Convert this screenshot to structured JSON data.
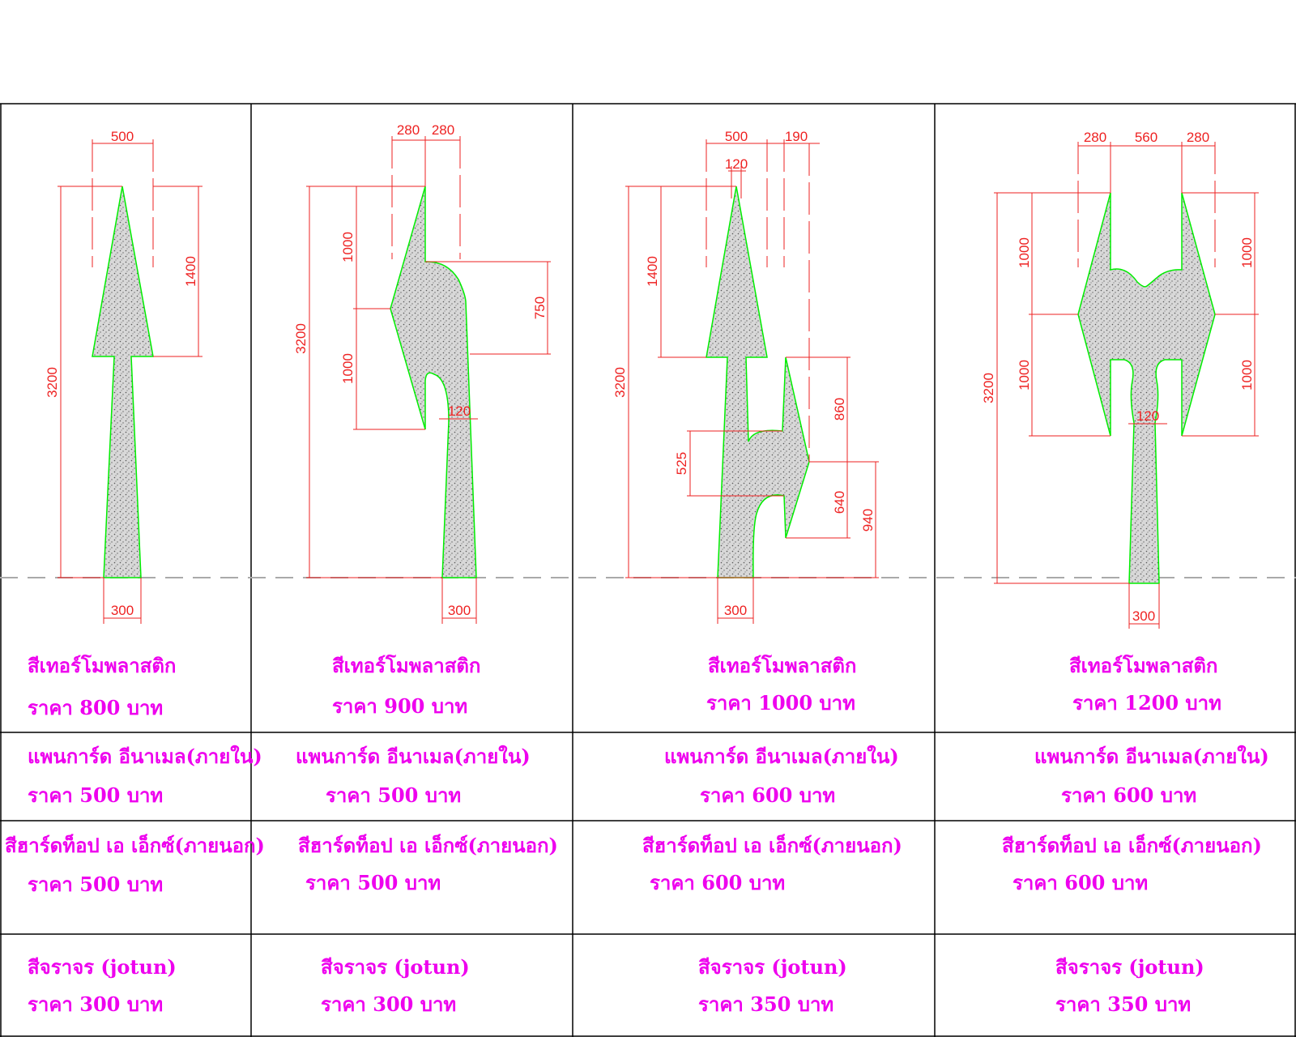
{
  "drawings": [
    {
      "name": "straight-arrow",
      "dims": [
        "500",
        "1400",
        "3200",
        "300"
      ]
    },
    {
      "name": "straight-left-split-arrow",
      "dims": [
        "280",
        "280",
        "1000",
        "1000",
        "3200",
        "750",
        "120",
        "300"
      ]
    },
    {
      "name": "straight-right-split-arrow",
      "dims": [
        "500",
        "190",
        "120",
        "1400",
        "3200",
        "860",
        "525",
        "640",
        "940",
        "300"
      ]
    },
    {
      "name": "left-right-split-arrow",
      "dims": [
        "280",
        "560",
        "280",
        "1000",
        "1000",
        "1000",
        "1000",
        "3200",
        "120",
        "300"
      ]
    }
  ],
  "rows": [
    {
      "name": "thermoplastic",
      "cells": [
        {
          "label": "สีเทอร์โมพลาสติก",
          "price": "ราคา 800 บาท"
        },
        {
          "label": "สีเทอร์โมพลาสติก",
          "price": "ราคา 900 บาท"
        },
        {
          "label": "สีเทอร์โมพลาสติก",
          "price": "ราคา 1000 บาท"
        },
        {
          "label": "สีเทอร์โมพลาสติก",
          "price": "ราคา 1200 บาท"
        }
      ]
    },
    {
      "name": "pan-guard-enamel",
      "cells": [
        {
          "label": "แพนการ์ด อีนาเมล(ภายใน)",
          "price": "ราคา 500 บาท"
        },
        {
          "label": "แพนการ์ด อีนาเมล(ภายใน)",
          "price": "ราคา 500 บาท"
        },
        {
          "label": "แพนการ์ด อีนาเมล(ภายใน)",
          "price": "ราคา 600 บาท"
        },
        {
          "label": "แพนการ์ด อีนาเมล(ภายใน)",
          "price": "ราคา 600 บาท"
        }
      ]
    },
    {
      "name": "hardtop-ax",
      "cells": [
        {
          "label": "สีฮาร์ดท็อป เอ เอ็กซ์(ภายนอก)",
          "price": "ราคา 500 บาท"
        },
        {
          "label": "สีฮาร์ดท็อป เอ เอ็กซ์(ภายนอก)",
          "price": "ราคา 500 บาท"
        },
        {
          "label": "สีฮาร์ดท็อป เอ เอ็กซ์(ภายนอก)",
          "price": "ราคา 600 บาท"
        },
        {
          "label": "สีฮาร์ดท็อป เอ เอ็กซ์(ภายนอก)",
          "price": "ราคา 600 บาท"
        }
      ]
    },
    {
      "name": "jotun-traffic",
      "cells": [
        {
          "label": "สีจราจร (jotun)",
          "price": "ราคา 300 บาท"
        },
        {
          "label": "สีจราจร (jotun)",
          "price": "ราคา 300 บาท"
        },
        {
          "label": "สีจราจร (jotun)",
          "price": "ราคา 350 บาท"
        },
        {
          "label": "สีจราจร (jotun)",
          "price": "ราคา 350 บาท"
        }
      ]
    }
  ],
  "colors": {
    "outline": "#00ee00",
    "fill": "#c4c4c4",
    "dimension": "#ee2222",
    "text": "#ee00ee",
    "grid": "#000000",
    "baseline": "#aaaaaa"
  }
}
